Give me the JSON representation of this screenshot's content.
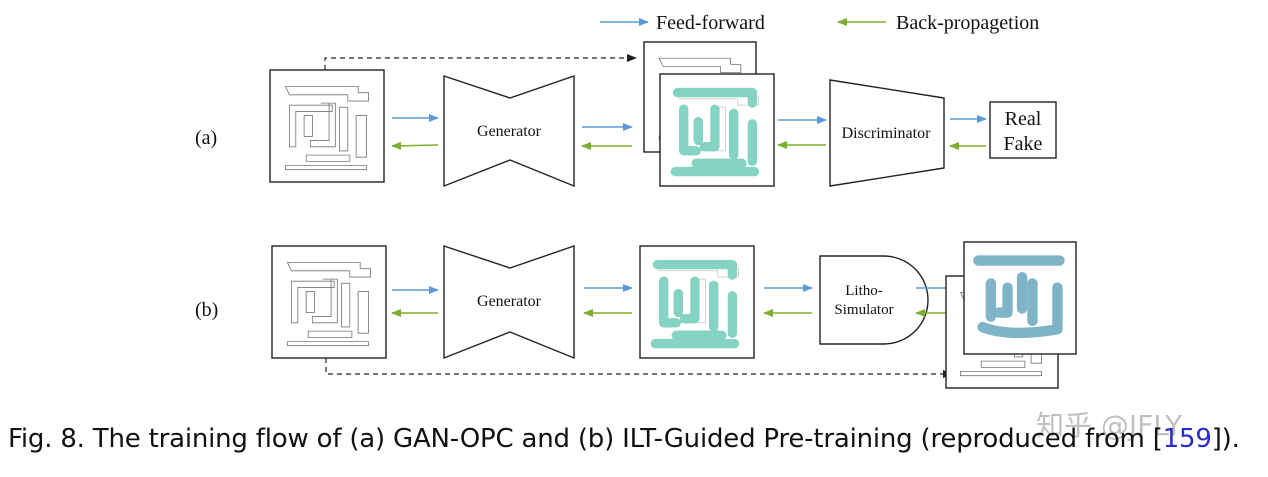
{
  "legend": {
    "feed_forward": "Feed-forward",
    "back_propagation": "Back-propagetion",
    "feed_forward_color": "#5b9bd5",
    "back_propagation_color": "#7ab02c"
  },
  "rows": {
    "a": {
      "label": "(a)",
      "generator": "Generator",
      "discriminator": "Discriminator",
      "output_real": "Real",
      "output_fake": "Fake"
    },
    "b": {
      "label": "(b)",
      "generator": "Generator",
      "simulator_line1": "Litho-",
      "simulator_line2": "Simulator"
    }
  },
  "colors": {
    "mask_teal": "#7fd1c0",
    "wafer_blue": "#7fb3c8"
  },
  "caption": {
    "prefix": "Fig. 8.  The training flow of (a) GAN-OPC and (b) ILT-Guided Pre-training (reproduced from [",
    "ref": "159",
    "suffix": "])."
  },
  "watermark": "知乎 @JFLY"
}
